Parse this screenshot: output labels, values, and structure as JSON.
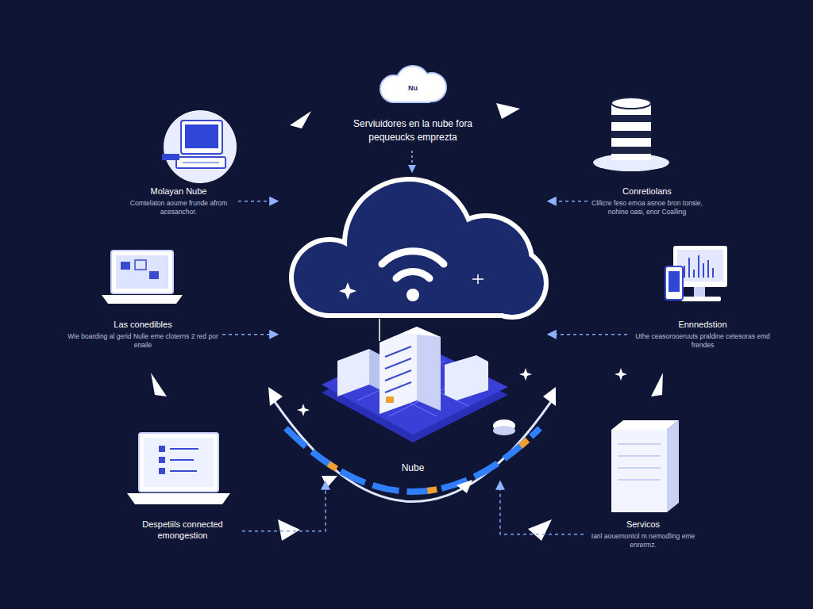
{
  "diagram": {
    "title": "Serviuidores en la nube fora pequeucks emprezta",
    "nodes": [
      {
        "text": [
          "Nu"
        ]
      },
      {
        "text": [
          "Molayan Nube",
          "Comtelaton aoume frunde afrom acesanchor."
        ]
      },
      {
        "text": [
          "Conretiolans",
          "Clilicre feso emoa asnoe bron tonsie, nohine oasi, enor Coalling"
        ]
      },
      {
        "text": [
          "Las conedibles",
          "Wie boarding al gerid Nulie eme cloterns 2 red por enaile"
        ]
      },
      {
        "text": [
          "Ennnedstion",
          "Uthe ceasorooeruuts praldine cetesoras emd frendes"
        ]
      },
      {
        "text": [
          "Nube"
        ]
      },
      {
        "text": [
          "Despetiils connected emongestion"
        ]
      },
      {
        "text": [
          "Servicos",
          "Ianl aouemontol m nemodling eme enrermz."
        ]
      }
    ],
    "edges": [
      {
        "from": 1,
        "to": 5,
        "arrow": "to"
      },
      {
        "from": 2,
        "to": 5,
        "arrow": "to"
      },
      {
        "from": 3,
        "to": 5,
        "arrow": "to"
      },
      {
        "from": 4,
        "to": 5,
        "arrow": "to"
      },
      {
        "from": 6,
        "to": 5,
        "arrow": "to"
      },
      {
        "from": 7,
        "to": 5,
        "arrow": "to"
      }
    ]
  }
}
